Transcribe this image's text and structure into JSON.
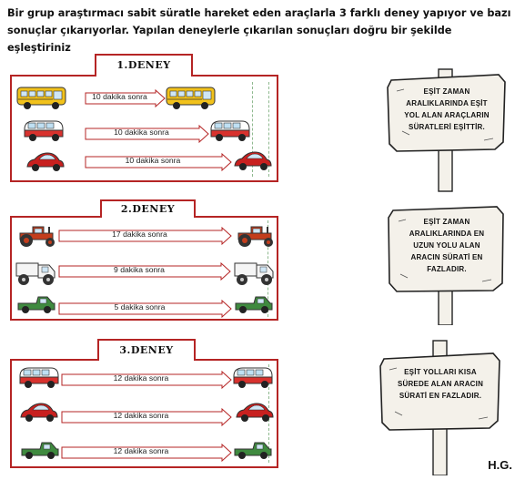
{
  "intro": "Bir grup araştırmacı sabit süratle hareket eden araçlarla 3 farklı deney yapıyor ve bazı sonuçlar çıkarıyorlar. Yapılan deneylerle çıkarılan sonuçları doğru bir şekilde eşleştiriniz",
  "experiments": [
    {
      "title": "1.DENEY",
      "rows": [
        {
          "vehicle": "school-bus",
          "label": "10 dakika sonra"
        },
        {
          "vehicle": "van",
          "label": "10 dakika sonra"
        },
        {
          "vehicle": "beetle-car",
          "label": "10 dakika sonra"
        }
      ]
    },
    {
      "title": "2.DENEY",
      "rows": [
        {
          "vehicle": "tractor",
          "label": "17 dakika sonra"
        },
        {
          "vehicle": "truck",
          "label": "9 dakika sonra"
        },
        {
          "vehicle": "pickup",
          "label": "5 dakika sonra"
        }
      ]
    },
    {
      "title": "3.DENEY",
      "rows": [
        {
          "vehicle": "van",
          "label": "12 dakika sonra"
        },
        {
          "vehicle": "beetle-car",
          "label": "12 dakika sonra"
        },
        {
          "vehicle": "pickup",
          "label": "12 dakika sonra"
        }
      ]
    }
  ],
  "signs": [
    {
      "text": "EŞİT ZAMAN ARALIKLARINDA EŞİT YOL ALAN ARAÇLARIN SÜRATLERİ EŞİTTİR."
    },
    {
      "text": "EŞİT ZAMAN ARALIKLARINDA EN UZUN YOLU ALAN ARACIN SÜRATİ EN FAZLADIR."
    },
    {
      "text": "EŞİT YOLLARI KISA SÜREDE ALAN ARACIN SÜRATİ EN FAZLADIR."
    }
  ],
  "signature": "H.G.",
  "colors": {
    "frame": "#b52424",
    "dashed_line": "#8fb98f",
    "board": "#f4f1ea"
  }
}
